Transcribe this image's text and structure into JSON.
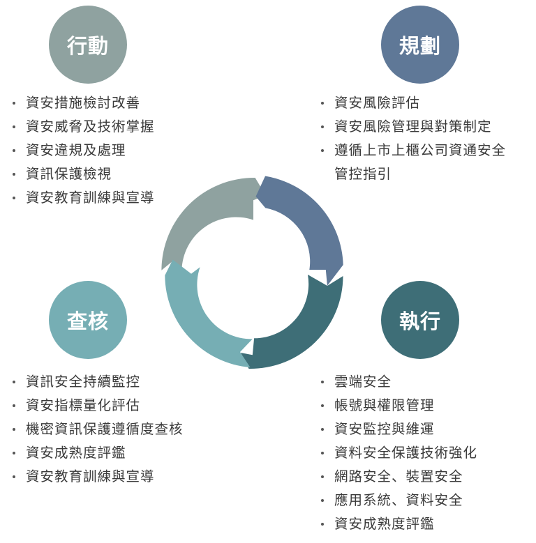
{
  "colors": {
    "act": "#8fa2a0",
    "plan": "#5f7897",
    "do": "#3e6e77",
    "check": "#76aeb4"
  },
  "phases": {
    "act": {
      "title": "行動",
      "items": [
        "資安措施檢討改善",
        "資安威脅及技術掌握",
        "資安違規及處理",
        "資訊保護檢視",
        "資安教育訓練與宣導"
      ]
    },
    "plan": {
      "title": "規劃",
      "items": [
        "資安風險評估",
        "資安風險管理與對策制定",
        "遵循上市上櫃公司資通安全",
        "管控指引"
      ]
    },
    "check": {
      "title": "查核",
      "items": [
        "資訊安全持續監控",
        "資安指標量化評估",
        "機密資訊保護遵循度查核",
        "資安成熟度評鑑",
        "資安教育訓練與宣導"
      ]
    },
    "do": {
      "title": "執行",
      "items": [
        "雲端安全",
        "帳號與權限管理",
        "資安監控與維運",
        "資料安全保護技術強化",
        "網路安全、裝置安全",
        "應用系統、資料安全",
        "資安成熟度評鑑"
      ]
    }
  }
}
